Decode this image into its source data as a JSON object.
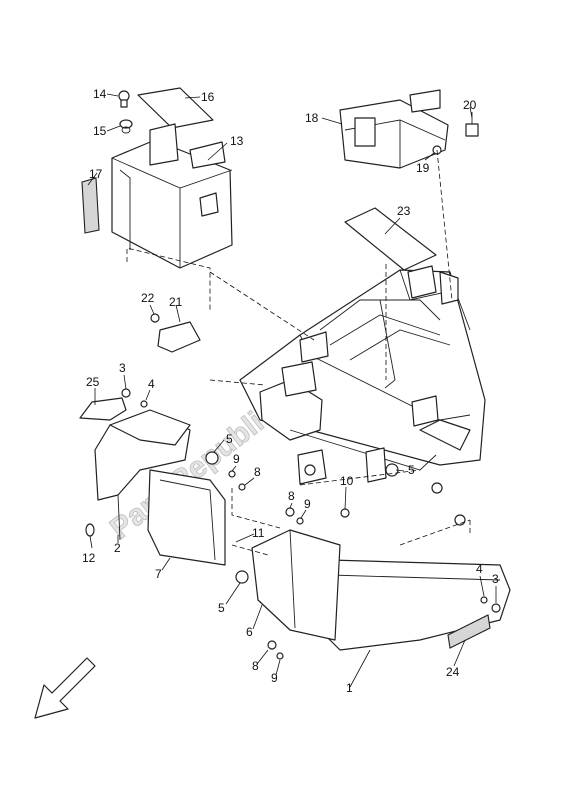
{
  "watermark": "PartsRepublik",
  "callouts": [
    "1",
    "2",
    "3",
    "3",
    "4",
    "4",
    "5",
    "5",
    "5",
    "6",
    "7",
    "8",
    "8",
    "8",
    "9",
    "9",
    "9",
    "10",
    "11",
    "12",
    "13",
    "14",
    "15",
    "16",
    "17",
    "18",
    "19",
    "20",
    "21",
    "22",
    "23",
    "24",
    "25"
  ],
  "direction_arrow": "front-direction-arrow"
}
